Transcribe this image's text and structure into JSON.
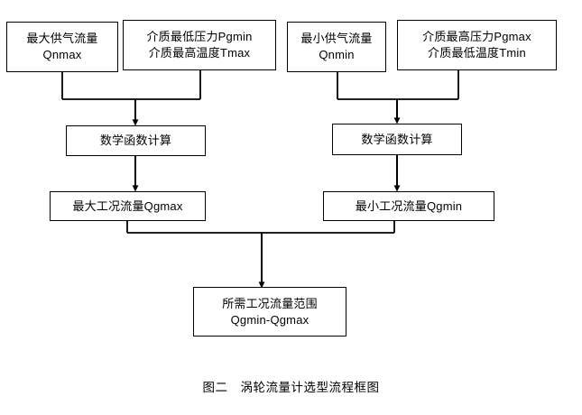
{
  "figure": {
    "caption": "图二　涡轮流量计选型流程框图",
    "type": "flowchart",
    "stroke_color": "#000000",
    "background_color": "#ffffff"
  },
  "nodes": {
    "max_supply_flow": {
      "line1": "最大供气流量",
      "line2": "Qnmax"
    },
    "medium_min_pressure_max_temp": {
      "line1": "介质最低压力Pgmin",
      "line2": "介质最高温度Tmax"
    },
    "min_supply_flow": {
      "line1": "最小供气流量",
      "line2": "Qnmin"
    },
    "medium_max_pressure_min_temp": {
      "line1": "介质最高压力Pgmax",
      "line2": "介质最低温度Tmin"
    },
    "math_calc_left": {
      "line1": "数学函数计算"
    },
    "math_calc_right": {
      "line1": "数学函数计算"
    },
    "max_working_flow": {
      "line1": "最大工况流量Qgmax"
    },
    "min_working_flow": {
      "line1": "最小工况流量Qgmin"
    },
    "required_flow_range": {
      "line1": "所需工况流量范围",
      "line2": "Qgmin-Qgmax"
    }
  }
}
